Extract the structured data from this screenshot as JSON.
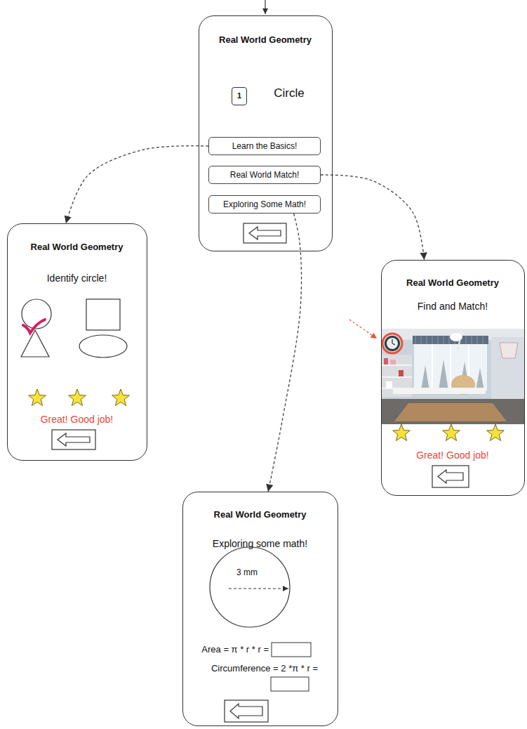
{
  "diagram": {
    "nodes": [
      {
        "text": [
          "Real World Geometry",
          "Circle"
        ]
      },
      {
        "text": [
          "1"
        ],
        "in": 0
      },
      {
        "text": [
          "Learn the Basics!"
        ],
        "in": 0
      },
      {
        "text": [
          "Real World Match!"
        ],
        "in": 0
      },
      {
        "text": [
          "Exploring Some Math!"
        ],
        "in": 0
      },
      {
        "text": [
          "Real World Geometry",
          "Identify circle!",
          "Great! Good job!"
        ]
      },
      {
        "text": [
          "Real World Geometry",
          "Find and Match!",
          "Great! Good job!"
        ]
      },
      {
        "text": [
          "Real World Geometry",
          "Exploring some math!",
          "Area = π * r * r =",
          "Circumference = 2 *π * r ="
        ]
      }
    ],
    "edges": [
      {
        "from": 2,
        "to": 5,
        "arrow": "to"
      },
      {
        "from": 3,
        "to": 6,
        "arrow": "to"
      },
      {
        "from": 4,
        "to": 7,
        "arrow": "to"
      }
    ],
    "labels": [
      "3 mm"
    ]
  }
}
